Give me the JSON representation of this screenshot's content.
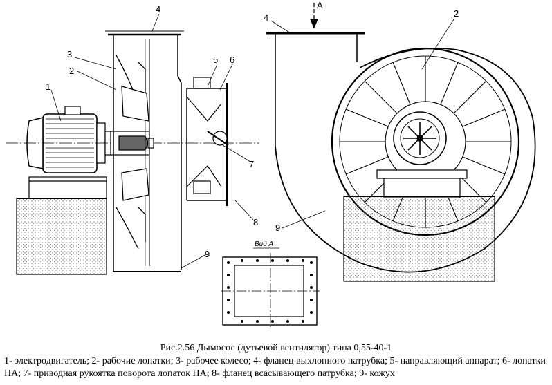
{
  "figure": {
    "title": "Рис.2.56 Дымосос (дутьевой вентилятор) типа 0,55-40-1",
    "legend": "1- электродвигатель; 2- рабочие лопатки; 3- рабочее колесо; 4- фланец выхлопного патрубка; 5- направляющий аппарат; 6- лопатки НА; 7- приводная рукоятка поворота лопаток НА; 8- фланец всасывающего патрубка; 9- кожух"
  },
  "side_view": {
    "labels": [
      "1",
      "2",
      "3",
      "4",
      "5",
      "6",
      "7",
      "8",
      "9"
    ]
  },
  "front_view": {
    "labels": [
      "4",
      "2",
      "9"
    ],
    "arrow_label": "А"
  },
  "detail_view": {
    "title": "Вид А"
  }
}
